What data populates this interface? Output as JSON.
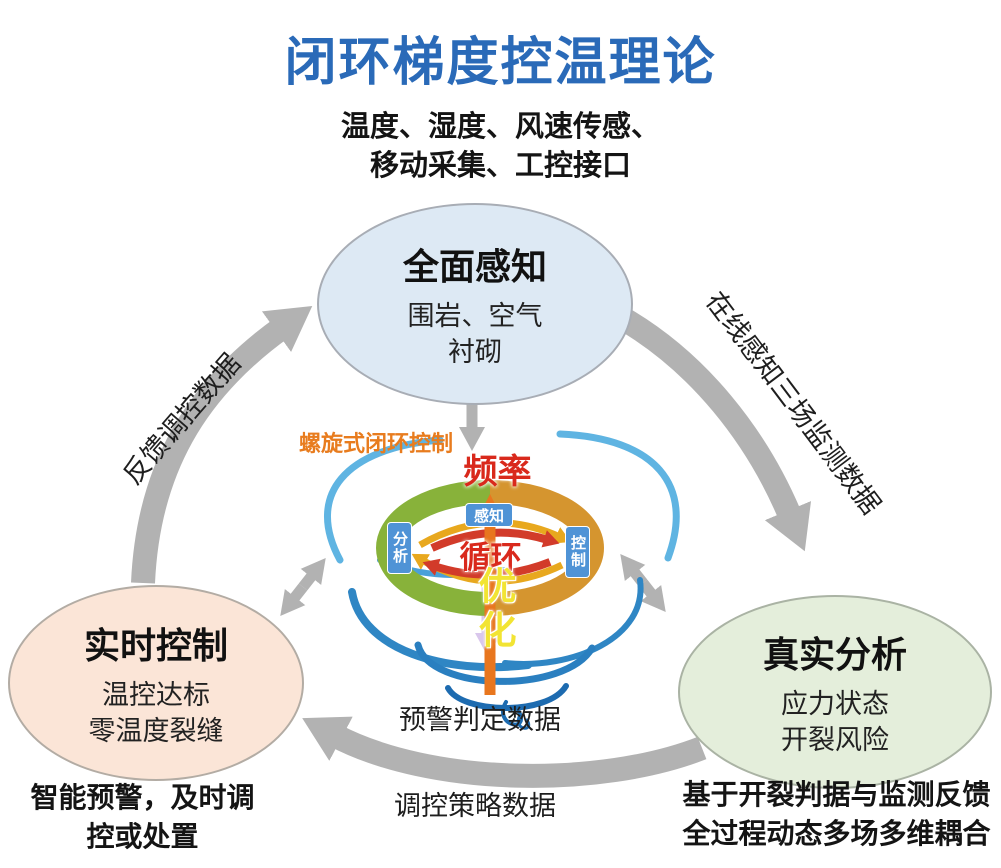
{
  "title": {
    "text": "闭环梯度控温理论",
    "color": "#2a6ab8"
  },
  "top_caption": {
    "line1": "温度、湿度、风速传感、",
    "line2": "移动采集、工控接口"
  },
  "ellipses": {
    "perception": {
      "title": "全面感知",
      "line1": "围岩、空气",
      "line2": "衬砌",
      "fill": "#dde9f4"
    },
    "realtime_control": {
      "title": "实时控制",
      "line1": "温控达标",
      "line2": "零温度裂缝",
      "fill": "#fbe5d7"
    },
    "analysis": {
      "title": "真实分析",
      "line1": "应力状态",
      "line2": "开裂风险",
      "fill": "#e4eedb"
    }
  },
  "flow_labels": {
    "left_up": "反馈调控数据",
    "right_down": "在线感知三场监测数据",
    "bottom_upper": "预警判定数据",
    "bottom_lower": "调控策略数据"
  },
  "notes": {
    "left": {
      "line1": "智能预警，及时调",
      "line2": "控或处置"
    },
    "right": {
      "line1": "基于开裂判据与监测反馈",
      "line2": "全过程动态多场多维耦合"
    }
  },
  "center": {
    "spiral_label": {
      "text": "螺旋式闭环控制",
      "color": "#e87c1e"
    },
    "frequency": {
      "text": "频率",
      "color": "#d9291c"
    },
    "cycle": {
      "text": "循环",
      "color": "#d9291c"
    },
    "optimize": {
      "text": "优化",
      "color": "#f2e433"
    },
    "ring": {
      "top": "感知",
      "left": "分析",
      "right": "控制",
      "green": "#88b23a",
      "orange": "#d5952f",
      "tag_bg": "#4f93d6"
    }
  },
  "colors": {
    "arrow_gray": "#b2b2b2",
    "tornado_blue": "#3190cc",
    "lavender_arrow": "#d9c7ec",
    "orange_arrow": "#e8761e"
  }
}
